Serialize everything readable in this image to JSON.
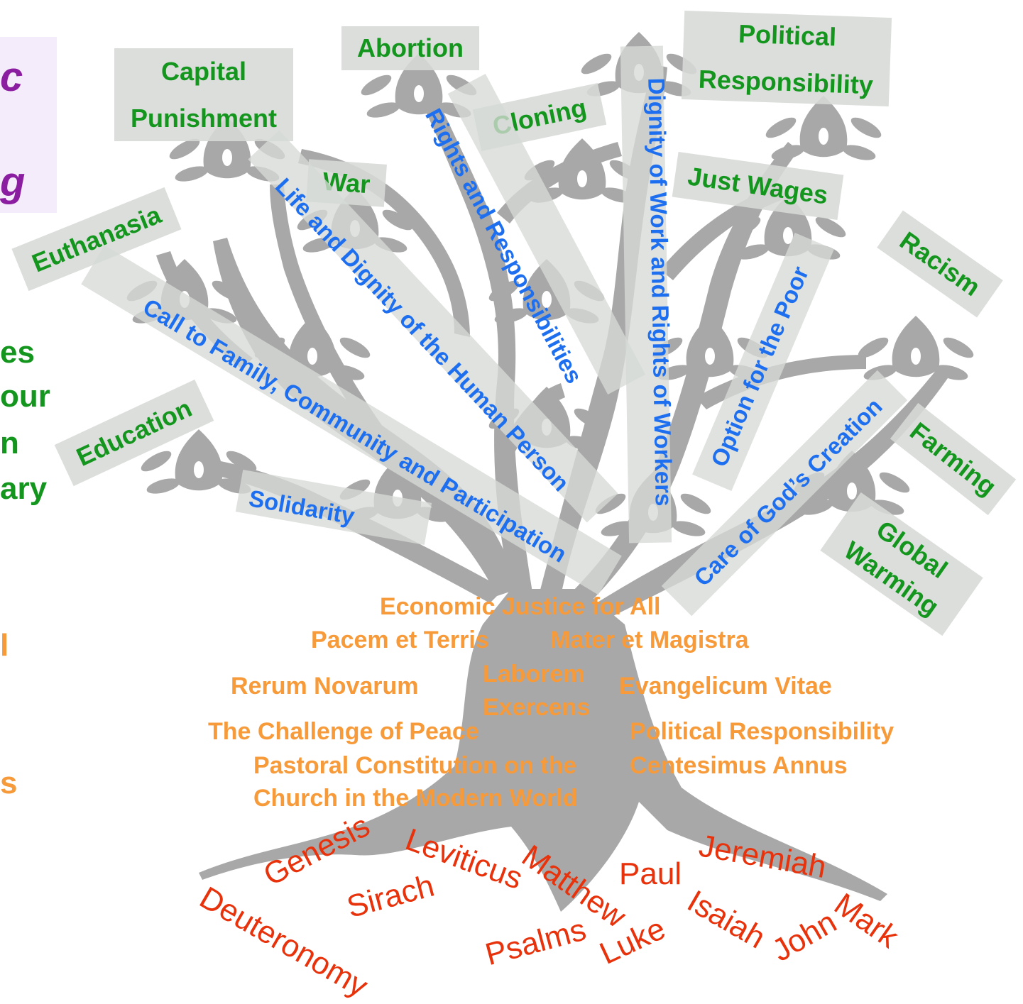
{
  "left_panel": {
    "title_line1": "c",
    "title_line2": "g",
    "green_lines": [
      "es",
      "our",
      "n",
      "ary"
    ],
    "orange_lines": [
      "l",
      "s"
    ]
  },
  "issues": {
    "abortion": "Abortion",
    "capital_punishment_1": "Capital",
    "capital_punishment_2": "Punishment",
    "political_responsibility_1": "Political",
    "political_responsibility_2": "Responsibility",
    "cloning": "Cloning",
    "war": "War",
    "just_wages": "Just Wages",
    "euthanasia": "Euthanasia",
    "racism": "Racism",
    "education": "Education",
    "farming": "Farming",
    "global_warming_1": "Global",
    "global_warming_2": "Warming"
  },
  "themes": {
    "rights_responsibilities": "Rights and Responsibilities",
    "dignity_of_work": "Dignity of Work and Rights of Workers",
    "life_dignity": "Life and Dignity of the Human Person",
    "call_to_family": "Call to Family, Community and Participation",
    "option_for_poor": "Option for the Poor",
    "care_creation": "Care of God’s Creation",
    "solidarity": "Solidarity"
  },
  "documents": {
    "economic_justice": "Economic Justice for All",
    "pacem": "Pacem et Terris",
    "mater": "Mater et Magistra",
    "rerum": "Rerum Novarum",
    "laborem_1": "Laborem",
    "laborem_2": "Exercens",
    "evangelicum": "Evangelicum Vitae",
    "challenge": "The Challenge of Peace",
    "political_resp": "Political Responsibility",
    "pastoral_1": "Pastoral Constitution on the",
    "pastoral_2": "Church in the Modern World",
    "centesimus": "Centesimus Annus"
  },
  "scripture": {
    "genesis": "Genesis",
    "leviticus": "Leviticus",
    "matthew": "Matthew",
    "paul": "Paul",
    "jeremiah": "Jeremiah",
    "deuteronomy": "Deuteronomy",
    "sirach": "Sirach",
    "psalms": "Psalms",
    "luke": "Luke",
    "isaiah": "Isaiah",
    "john": "John",
    "mark": "Mark"
  },
  "colors": {
    "issue_green": "#14961e",
    "theme_blue": "#1e6ff0",
    "document_orange": "#f79a3a",
    "scripture_red": "#e8320c",
    "tree_gray": "#a6a6a6",
    "title_purple": "#8b1ea0"
  }
}
